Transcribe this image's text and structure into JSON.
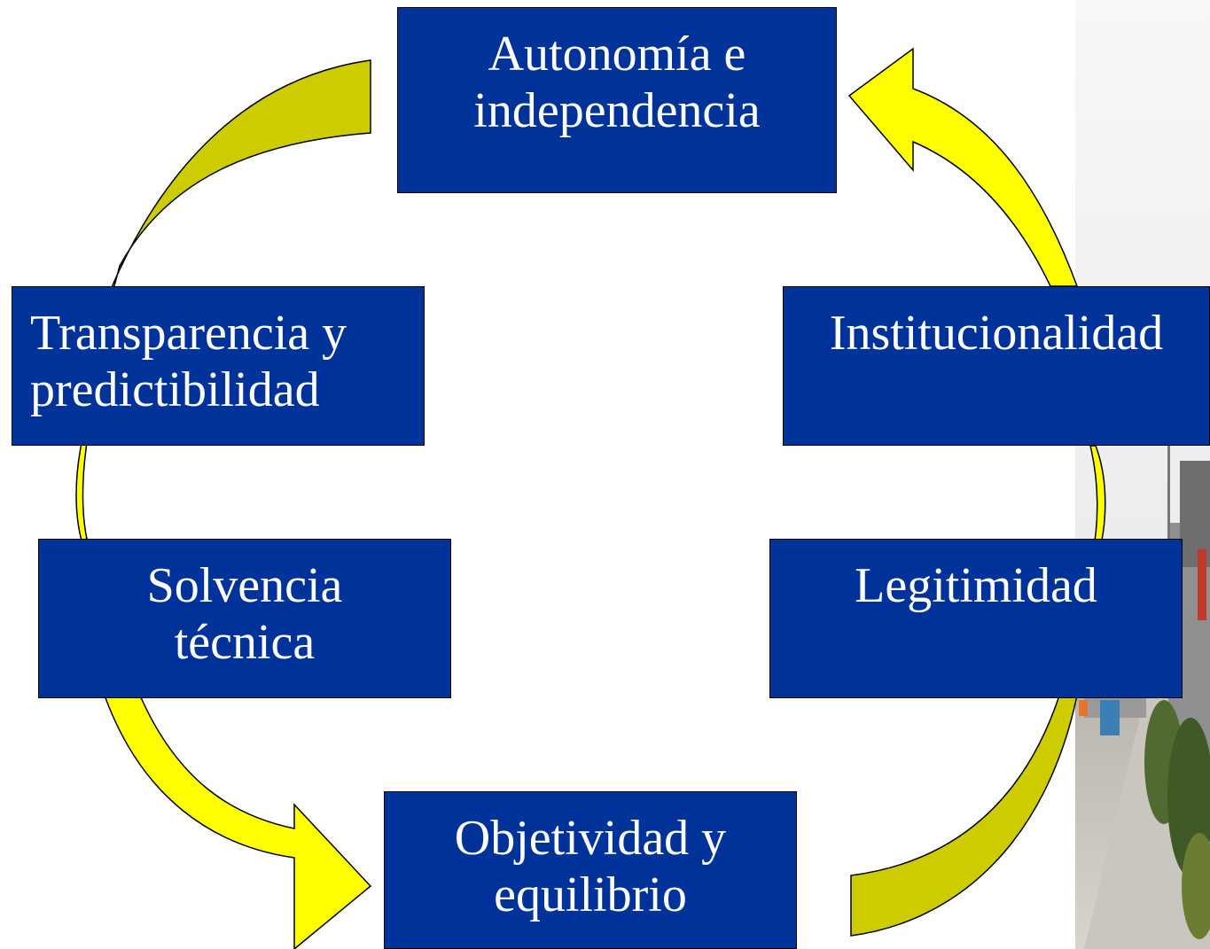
{
  "nodes": {
    "autonomia": {
      "line1": "Autonomía e",
      "line2": "independencia"
    },
    "transparencia": {
      "line1": "Transparencia y",
      "line2": "predictibilidad"
    },
    "institucionalidad": {
      "line1": "Institucionalidad"
    },
    "solvencia": {
      "line1": "Solvencia",
      "line2": "técnica"
    },
    "legitimidad": {
      "line1": "Legitimidad"
    },
    "objetividad": {
      "line1": "Objetividad y",
      "line2": "equilibrio"
    }
  },
  "colors": {
    "box_fill": "#003399",
    "box_text": "#ffffff",
    "arrow_bright": "#ffff00",
    "arrow_dark": "#cccc00"
  }
}
